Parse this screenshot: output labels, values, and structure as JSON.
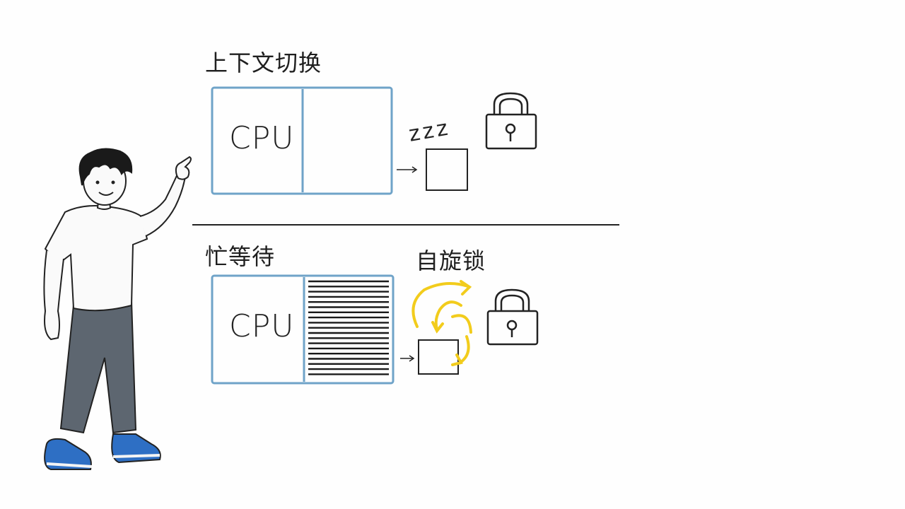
{
  "context_switch": {
    "title": "上下文切换",
    "cpu_label": "CPU",
    "sleep_text": "zzz"
  },
  "busy_wait": {
    "title": "忙等待",
    "cpu_label": "CPU",
    "spin_title": "自旋锁"
  },
  "colors": {
    "box_border": "#6fa3c8",
    "ink": "#222222",
    "spin_arrow": "#f2cc1c",
    "shoe": "#2e6fc4",
    "pants": "#5d6670",
    "hair": "#1a1a1a"
  },
  "icons": [
    "lock-icon",
    "lock-icon",
    "spin-arrows-icon",
    "sleep-icon",
    "arrow-right-icon"
  ]
}
